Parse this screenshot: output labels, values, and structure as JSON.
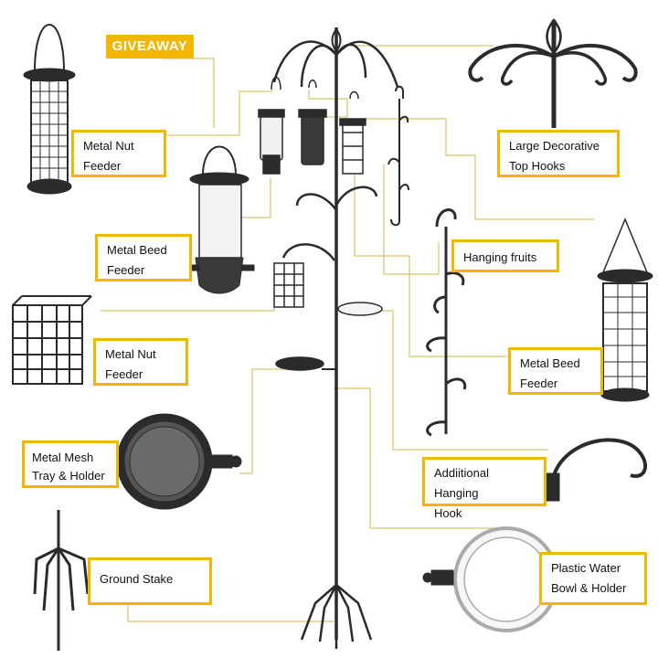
{
  "badge": {
    "text": "GIVEAWAY"
  },
  "labels": {
    "metal_nut_feeder_top": "Metal Nut\nFeeder",
    "large_top_hooks": "Large Decorative\nTop Hooks",
    "metal_beed_feeder_left": "Metal  Beed\nFeeder",
    "hanging_fruits": "Hanging fruits",
    "metal_nut_feeder_mid": "Metal  Nut\nFeeder",
    "metal_beed_feeder_right": "Metal  Beed\nFeeder",
    "metal_mesh_tray": "Metal Mesh\nTray & Holder",
    "additional_hook": "Addiitional Hanging\nHook",
    "ground_stake": "Ground Stake",
    "water_bowl": "Plastic Water\nBowl & Holder"
  },
  "colors": {
    "accent": "#f2b705",
    "leader_line": "#d9c36a",
    "metal": "#2b2b2b"
  }
}
